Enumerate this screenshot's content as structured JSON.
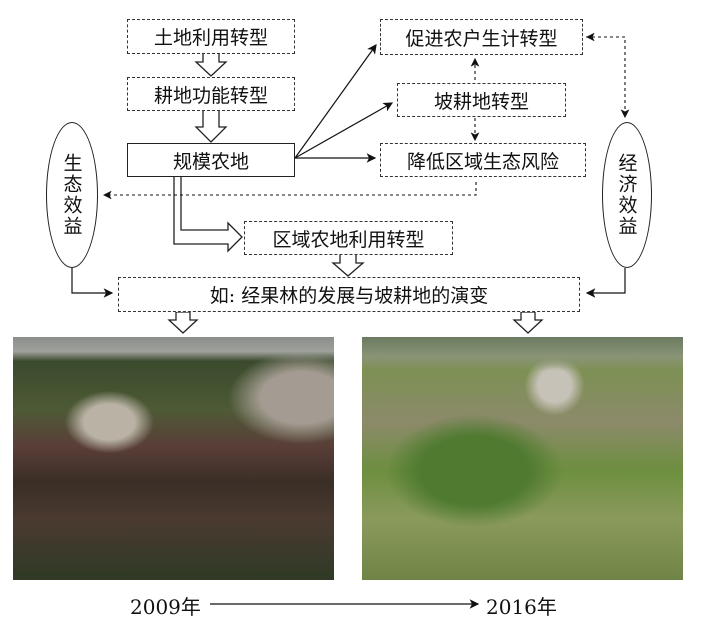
{
  "boxes": {
    "land_use": "土地利用转型",
    "farmland_function": "耕地功能转型",
    "scale_farmland": "规模农地",
    "livelihood": "促进农户生计转型",
    "slope_farmland": "坡耕地转型",
    "eco_risk": "降低区域生态风险",
    "regional_farmland": "区域农地利用转型",
    "example": "如: 经果林的发展与坡耕地的演变"
  },
  "ellipses": {
    "ecological": "生态效益",
    "economic": "经济效益"
  },
  "timeline": {
    "start": "2009年",
    "end": "2016年"
  }
}
